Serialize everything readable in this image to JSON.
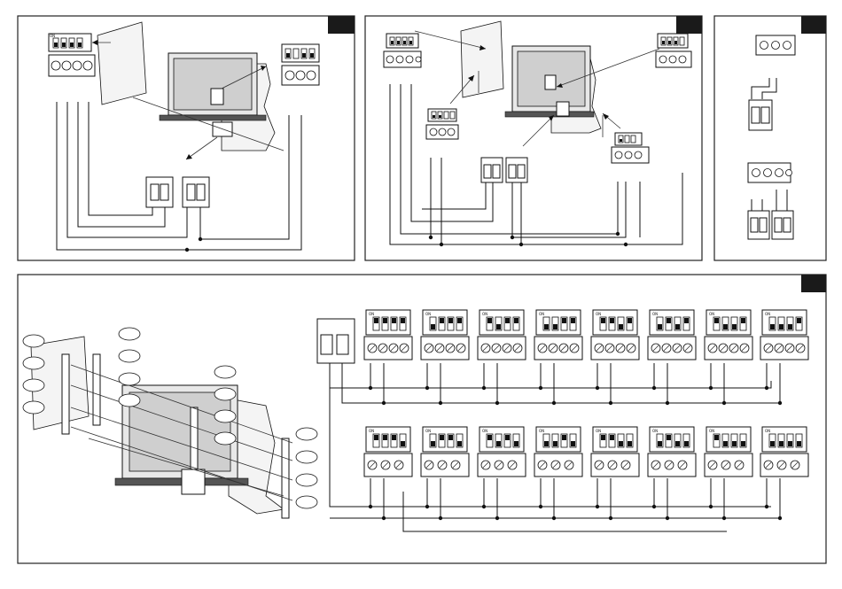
{
  "figure": {
    "panels": [
      {
        "id": "panel-1"
      },
      {
        "id": "panel-2"
      },
      {
        "id": "panel-3"
      },
      {
        "id": "panel-4"
      }
    ],
    "dip_label_text": "ON",
    "colors": {
      "line": "#111111",
      "background": "#ffffff",
      "gate_fill": "#cfcfcf",
      "tab_fill": "#1a1a1a"
    },
    "large_panel": {
      "top_row_dip_patterns": [
        [
          1,
          1,
          1,
          1
        ],
        [
          0,
          1,
          1,
          1
        ],
        [
          1,
          0,
          1,
          1
        ],
        [
          0,
          0,
          1,
          1
        ],
        [
          1,
          1,
          0,
          1
        ],
        [
          0,
          1,
          0,
          1
        ],
        [
          1,
          0,
          0,
          1
        ],
        [
          0,
          0,
          0,
          1
        ]
      ],
      "bottom_row_dip_patterns": [
        [
          1,
          1,
          1,
          0
        ],
        [
          0,
          1,
          1,
          0
        ],
        [
          1,
          0,
          1,
          0
        ],
        [
          0,
          0,
          1,
          0
        ],
        [
          1,
          1,
          0,
          0
        ],
        [
          0,
          1,
          0,
          0
        ],
        [
          1,
          0,
          0,
          0
        ],
        [
          0,
          0,
          0,
          0
        ]
      ]
    }
  }
}
